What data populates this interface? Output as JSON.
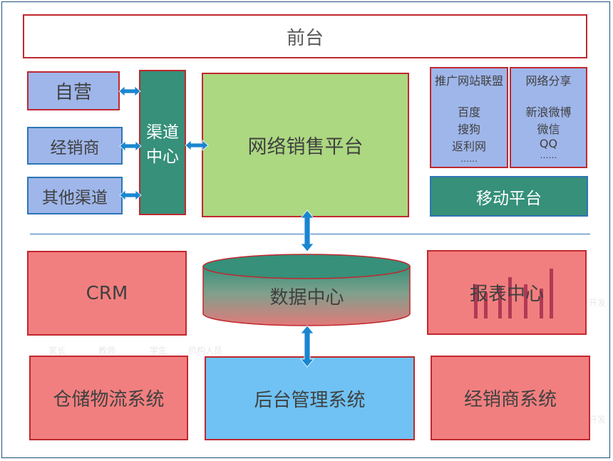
{
  "front": {
    "label": "前台"
  },
  "channels": [
    {
      "label": "自营"
    },
    {
      "label": "经销商"
    },
    {
      "label": "其他渠道"
    }
  ],
  "channel_center": {
    "line1": "渠道",
    "line2": "中心"
  },
  "sales_platform": {
    "label": "网络销售平台"
  },
  "promo_union": {
    "title": "推广网站联盟",
    "items": [
      "百度",
      "搜狗",
      "返利网",
      "……"
    ]
  },
  "network_share": {
    "title": "网络分享",
    "items": [
      "新浪微博",
      "微信",
      "QQ",
      "……"
    ]
  },
  "mobile": {
    "label": "移动平台"
  },
  "crm": {
    "label": "CRM"
  },
  "data_center": {
    "label": "数据中心"
  },
  "report_center": {
    "label": "报表中心"
  },
  "roles": [
    "家长",
    "教师",
    "学生",
    "机构人员"
  ],
  "warehouse": {
    "label": "仓储物流系统"
  },
  "backend": {
    "label": "后台管理系统"
  },
  "dealer_system": {
    "label": "经销商系统"
  },
  "side_text": "开发"
}
